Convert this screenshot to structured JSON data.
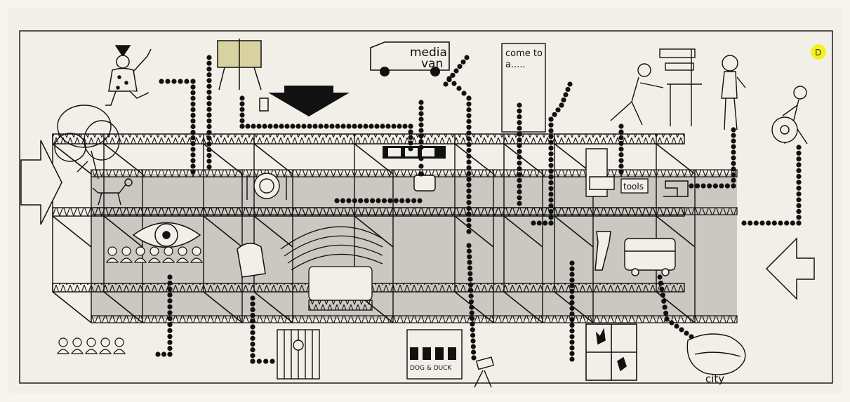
{
  "drawing": {
    "corner_mark": "D",
    "van_text_line1": "media",
    "van_text_line2": "van",
    "poster_line1": "come to",
    "poster_line2": "a.....",
    "tools_label": "tools",
    "pub_sign": "DOG & DUCK",
    "city_label": "city"
  },
  "colors": {
    "paper": "#f2efe8",
    "ink": "#111111",
    "tone": "#c9c6c0",
    "marker": "#f2f21e"
  }
}
